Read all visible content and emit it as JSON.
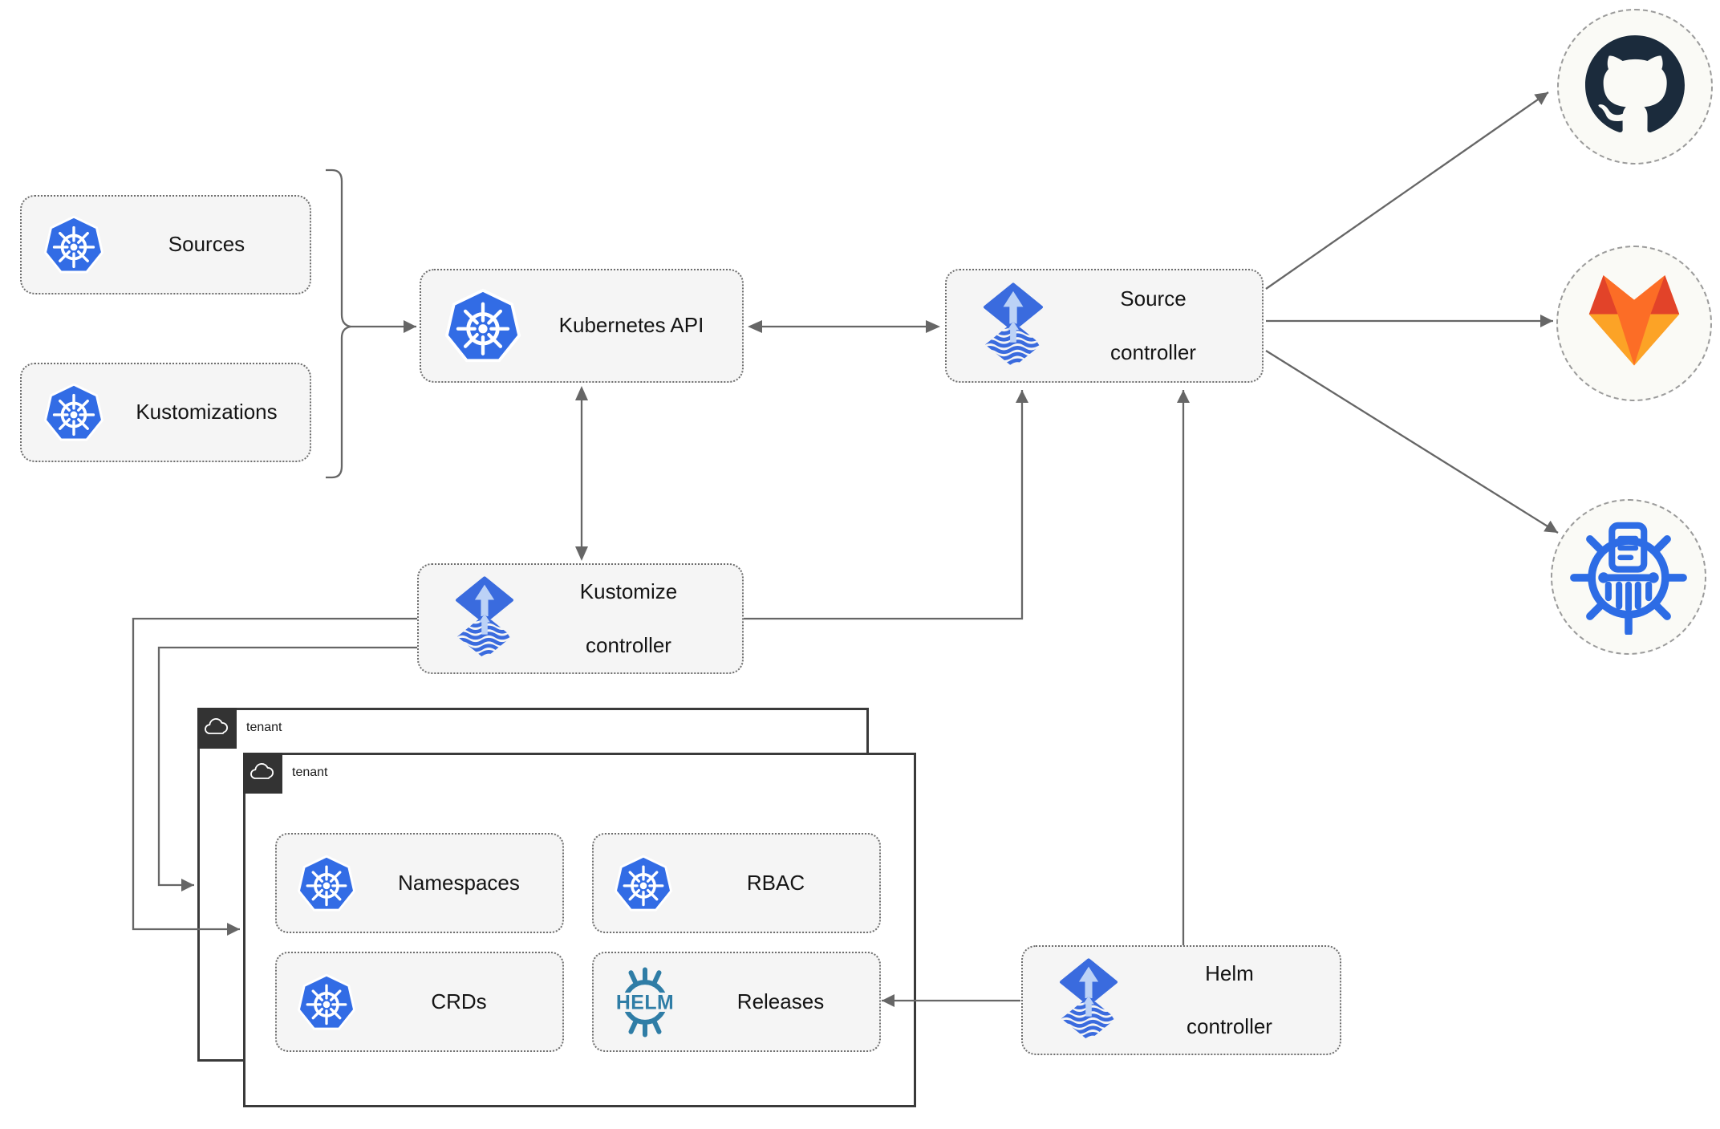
{
  "colors": {
    "k8s-blue": "#326CE5",
    "flux-blue": "#3A6BDE",
    "flux-light": "#BCD2F6",
    "helm-teal": "#2F7DA6",
    "github-navy": "#1B2B3C",
    "gitlab-dark": "#E24329",
    "gitlab-orange": "#FC6D26",
    "gitlab-amber": "#FCA326",
    "cm-blue": "#2D6CE5",
    "line-gray": "#666666",
    "box-bg": "#F5F5F5",
    "circle-bg": "#FAFAF6",
    "tenant-dark": "#333333"
  },
  "nodes": {
    "sources": {
      "label": "Sources"
    },
    "kustomizations": {
      "label": "Kustomizations"
    },
    "kubernetes_api": {
      "label": "Kubernetes API"
    },
    "source_controller": {
      "line1": "Source",
      "line2": "controller"
    },
    "kustomize_controller": {
      "line1": "Kustomize",
      "line2": "controller"
    },
    "helm_controller": {
      "line1": "Helm",
      "line2": "controller"
    },
    "namespaces": {
      "label": "Namespaces"
    },
    "rbac": {
      "label": "RBAC"
    },
    "crds": {
      "label": "CRDs"
    },
    "releases": {
      "label": "Releases"
    }
  },
  "tenants": {
    "outer_label": "tenant",
    "inner_label": "tenant"
  },
  "helm_logo_text": "HELM",
  "icons": [
    "kubernetes-icon",
    "flux-icon",
    "helm-icon",
    "cloud-icon",
    "github-icon",
    "gitlab-icon",
    "chartmuseum-icon"
  ],
  "edges": [
    {
      "from": "sources / kustomizations",
      "to": "kubernetes-api",
      "type": "arrow"
    },
    {
      "from": "kubernetes-api",
      "to": "source-controller",
      "type": "double-arrow"
    },
    {
      "from": "kubernetes-api",
      "to": "kustomize-controller",
      "type": "double-arrow"
    },
    {
      "from": "kustomize-controller",
      "to": "source-controller",
      "type": "arrow"
    },
    {
      "from": "kustomize-controller",
      "to": "tenant-outer",
      "type": "arrow"
    },
    {
      "from": "kustomize-controller",
      "to": "tenant-inner",
      "type": "arrow"
    },
    {
      "from": "helm-controller",
      "to": "source-controller",
      "type": "arrow"
    },
    {
      "from": "helm-controller",
      "to": "releases",
      "type": "arrow"
    },
    {
      "from": "source-controller",
      "to": "github",
      "type": "arrow"
    },
    {
      "from": "source-controller",
      "to": "gitlab",
      "type": "arrow"
    },
    {
      "from": "source-controller",
      "to": "chartmuseum",
      "type": "arrow"
    }
  ]
}
